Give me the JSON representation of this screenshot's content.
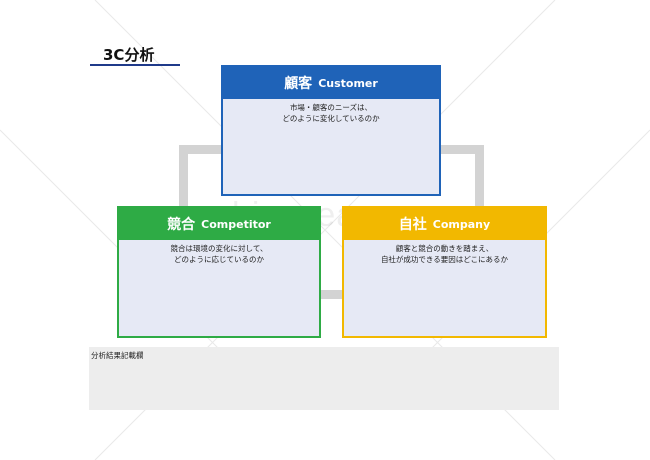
{
  "title": "3C分析",
  "watermark": "bizocean",
  "cards": {
    "customer": {
      "title_jp": "顧客",
      "title_en": "Customer",
      "lines": [
        "市場・顧客のニーズは、",
        "どのように変化しているのか"
      ],
      "color": "#1f63b8"
    },
    "competitor": {
      "title_jp": "競合",
      "title_en": "Competitor",
      "lines": [
        "競合は環境の変化に対して、",
        "どのように応じているのか"
      ],
      "color": "#2eab45"
    },
    "company": {
      "title_jp": "自社",
      "title_en": "Company",
      "lines": [
        "顧客と競合の動きを踏まえ、",
        "自社が成功できる要因はどこにあるか"
      ],
      "color": "#f2b800"
    }
  },
  "results": {
    "label": "分析結果記載欄"
  }
}
